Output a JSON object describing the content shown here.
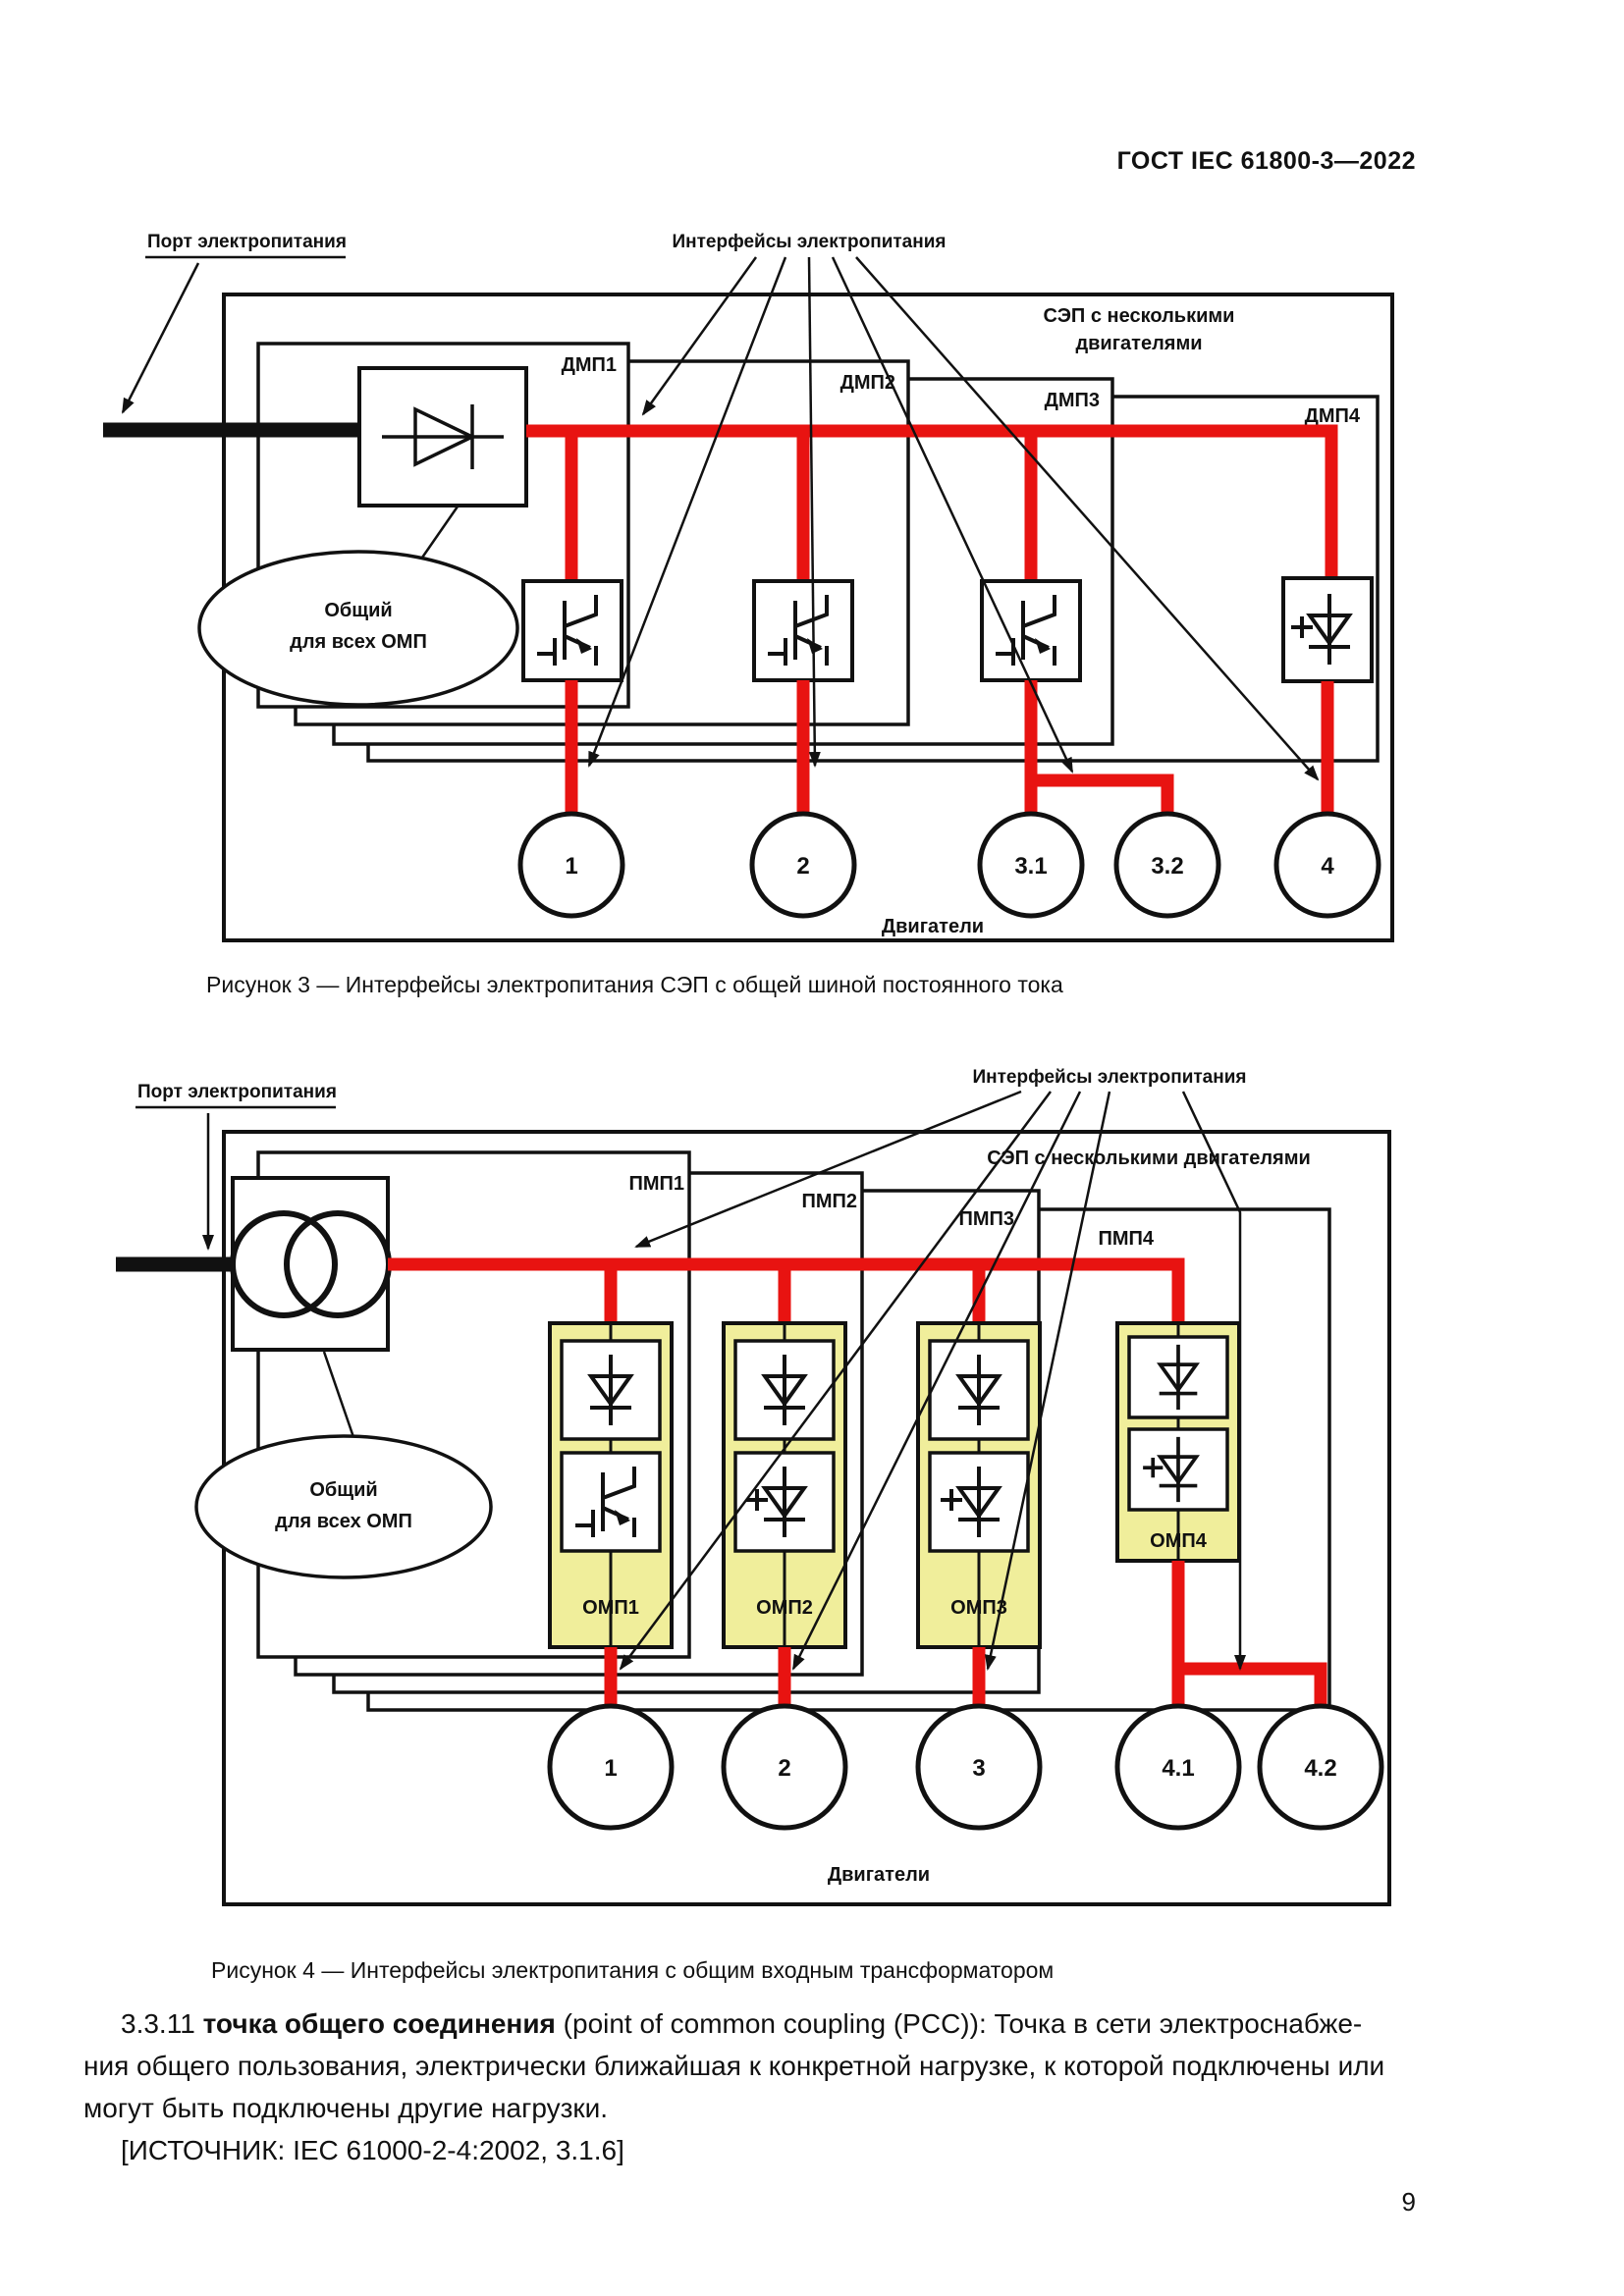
{
  "page": {
    "header": "ГОСТ IEC 61800-3—2022",
    "page_number": "9"
  },
  "figure3": {
    "port_label": "Порт электропитания",
    "interfaces_label": "Интерфейсы электропитания",
    "system_line1": "СЭП с несколькими",
    "system_line2": "двигателями",
    "modules": [
      "ДМП1",
      "ДМП2",
      "ДМП3",
      "ДМП4"
    ],
    "common_line1": "Общий",
    "common_line2": "для всех ОМП",
    "motors": [
      "1",
      "2",
      "3.1",
      "3.2",
      "4"
    ],
    "motors_label": "Двигатели",
    "caption": "Рисунок 3 — Интерфейсы электропитания СЭП с общей шиной постоянного тока"
  },
  "figure4": {
    "port_label": "Порт электропитания",
    "interfaces_label": "Интерфейсы электропитания",
    "system_label": "СЭП с несколькими двигателями",
    "modules": [
      "ПМП1",
      "ПМП2",
      "ПМП3",
      "ПМП4"
    ],
    "converters": [
      "ОМП1",
      "ОМП2",
      "ОМП3",
      "ОМП4"
    ],
    "common_line1": "Общий",
    "common_line2": "для всех ОМП",
    "motors": [
      "1",
      "2",
      "3",
      "4.1",
      "4.2"
    ],
    "motors_label": "Двигатели",
    "caption": "Рисунок 4 — Интерфейсы электропитания с общим входным трансформатором"
  },
  "paragraph": {
    "number": "3.3.11 ",
    "term": "точка общего соединения",
    "rest1": " (point of common coupling (PCC)): Точка в сети электроснабже-",
    "line2": "ния общего пользования, электрически ближайшая к конкретной нагрузке, к которой подключены или",
    "line3": "могут быть подключены другие нагрузки.",
    "source": "[ИСТОЧНИК: IEC 61000-2-4:2002, 3.1.6]"
  },
  "colors": {
    "bus_red": "#e81311",
    "module_yellow": "#f0ee9b"
  }
}
